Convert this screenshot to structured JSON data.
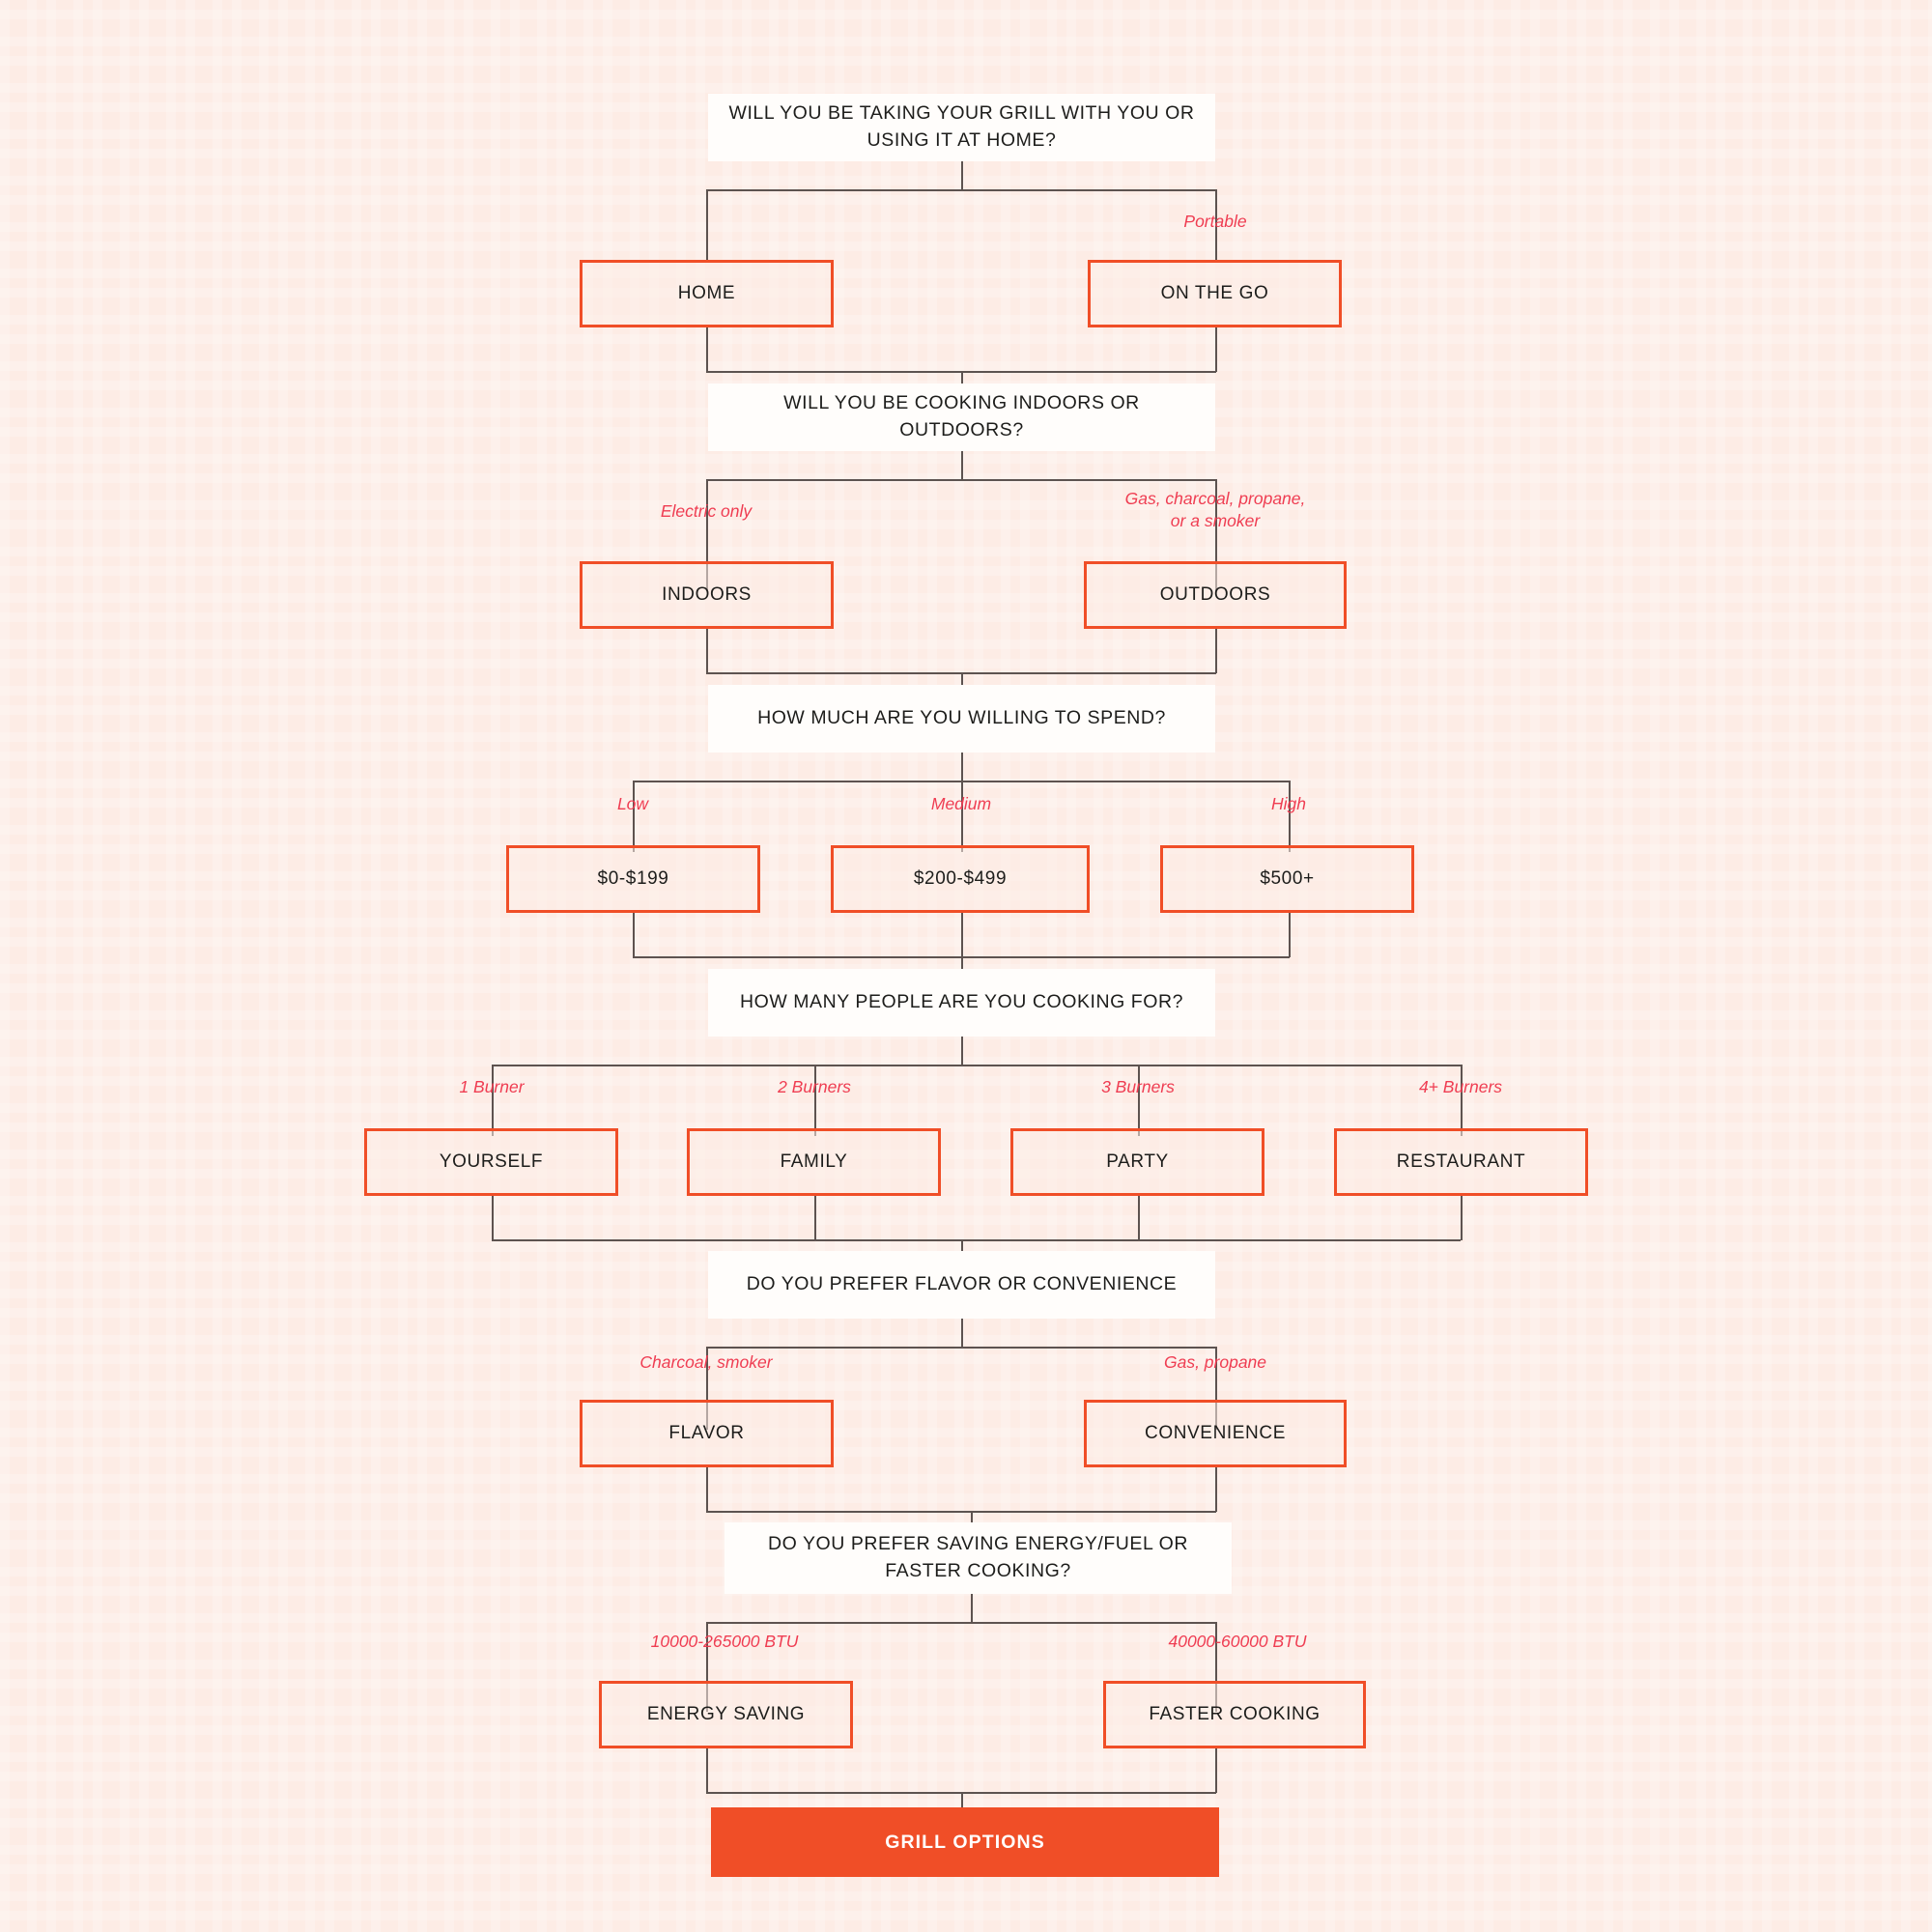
{
  "chart_data": {
    "type": "diagram",
    "title": "Grill buying decision flowchart",
    "colors": {
      "background": "#fdece5",
      "question_box": "#fffdfb",
      "option_border": "#f04e27",
      "edge_label": "#ef3d52",
      "terminal_fill": "#f04e27",
      "terminal_text": "#ffffff",
      "connector_line": "#5d5350",
      "body_text": "#1d1d1b"
    },
    "levels": [
      {
        "question": "WILL YOU BE TAKING YOUR GRILL WITH YOU OR USING IT AT HOME?",
        "options": [
          "HOME",
          "ON THE GO"
        ],
        "edge_labels": [
          "",
          "Portable"
        ]
      },
      {
        "question": "WILL YOU BE COOKING INDOORS OR OUTDOORS?",
        "options": [
          "INDOORS",
          "OUTDOORS"
        ],
        "edge_labels": [
          "Electric only",
          "Gas, charcoal, propane,\nor a smoker"
        ]
      },
      {
        "question": "HOW MUCH ARE YOU WILLING TO SPEND?",
        "options": [
          "$0-$199",
          "$200-$499",
          "$500+"
        ],
        "edge_labels": [
          "Low",
          "Medium",
          "High"
        ]
      },
      {
        "question": "HOW MANY PEOPLE ARE YOU COOKING FOR?",
        "options": [
          "YOURSELF",
          "FAMILY",
          "PARTY",
          "RESTAURANT"
        ],
        "edge_labels": [
          "1 Burner",
          "2 Burners",
          "3 Burners",
          "4+ Burners"
        ]
      },
      {
        "question": "DO YOU PREFER FLAVOR OR CONVENIENCE",
        "options": [
          "FLAVOR",
          "CONVENIENCE"
        ],
        "edge_labels": [
          "Charcoal, smoker",
          "Gas, propane"
        ]
      },
      {
        "question": "DO YOU PREFER SAVING ENERGY/FUEL OR FASTER COOKING?",
        "options": [
          "ENERGY SAVING",
          "FASTER COOKING"
        ],
        "edge_labels": [
          "10000-265000 BTU",
          "40000-60000 BTU"
        ]
      }
    ],
    "terminal": "GRILL OPTIONS"
  },
  "q1": {
    "text": "WILL YOU BE TAKING YOUR GRILL WITH YOU OR USING IT AT HOME?"
  },
  "q2": {
    "text": "WILL YOU BE COOKING INDOORS OR OUTDOORS?"
  },
  "q3": {
    "text": "HOW MUCH ARE YOU WILLING TO SPEND?"
  },
  "q4": {
    "text": "HOW MANY PEOPLE ARE YOU COOKING FOR?"
  },
  "q5": {
    "text": "DO YOU PREFER FLAVOR OR CONVENIENCE"
  },
  "q6": {
    "text": "DO YOU PREFER SAVING ENERGY/FUEL OR FASTER COOKING?"
  },
  "opt": {
    "home": "HOME",
    "on_the_go": "ON THE GO",
    "indoors": "INDOORS",
    "outdoors": "OUTDOORS",
    "price_low": "$0-$199",
    "price_mid": "$200-$499",
    "price_high": "$500+",
    "yourself": "YOURSELF",
    "family": "FAMILY",
    "party": "PARTY",
    "restaurant": "RESTAURANT",
    "flavor": "FLAVOR",
    "convenience": "CONVENIENCE",
    "energy_saving": "ENERGY SAVING",
    "faster_cooking": "FASTER COOKING"
  },
  "labels": {
    "portable": "Portable",
    "electric_only": "Electric only",
    "gas_charcoal": "Gas, charcoal, propane,\nor a smoker",
    "low": "Low",
    "medium": "Medium",
    "high": "High",
    "burner1": "1 Burner",
    "burner2": "2 Burners",
    "burner3": "3 Burners",
    "burner4": "4+ Burners",
    "charcoal_smoker": "Charcoal, smoker",
    "gas_propane": "Gas, propane",
    "btu_energy": "10000-265000 BTU",
    "btu_faster": "40000-60000 BTU"
  },
  "terminal": {
    "text": "GRILL OPTIONS"
  }
}
